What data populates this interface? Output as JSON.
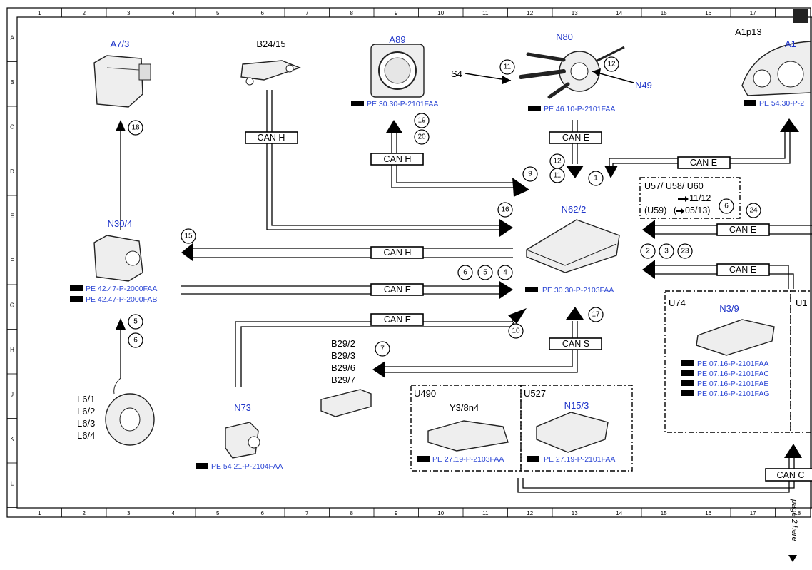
{
  "grid": {
    "columns": [
      "1",
      "2",
      "3",
      "4",
      "5",
      "6",
      "7",
      "8",
      "9",
      "10",
      "11",
      "12",
      "13",
      "14",
      "15",
      "16",
      "17",
      "18"
    ],
    "rows": [
      "A",
      "B",
      "C",
      "D",
      "E",
      "F",
      "G",
      "H",
      "J",
      "K",
      "L"
    ]
  },
  "components": {
    "a7_3": "A7/3",
    "b24_15": "B24/15",
    "a89": "A89",
    "n80": "N80",
    "s4": "S4",
    "n49": "N49",
    "a1p13": "A1p13",
    "a1": "A1",
    "n30_4": "N30/4",
    "n62_2": "N62/2",
    "n73": "N73",
    "n3_9": "N3/9",
    "u74": "U74",
    "u1_cut": "U1",
    "b29_2": "B29/2",
    "b29_3": "B29/3",
    "b29_6": "B29/6",
    "b29_7": "B29/7",
    "l6_1": "L6/1",
    "l6_2": "L6/2",
    "l6_3": "L6/3",
    "l6_4": "L6/4",
    "u490": "U490",
    "y3_8n4": "Y3/8n4",
    "u527": "U527",
    "n15_3": "N15/3"
  },
  "references": {
    "a89": "PE 30.30-P-2101FAA",
    "n80": "PE 46.10-P-2101FAA",
    "a1": "PE 54.30-P-2",
    "n30_4_1": "PE 42.47-P-2000FAA",
    "n30_4_2": "PE 42.47-P-2000FAB",
    "n62_2": "PE 30.30-P-2103FAA",
    "n73": "PE 54 21-P-2104FAA",
    "n3_9_1": "PE 07.16-P-2101FAA",
    "n3_9_2": "PE 07.16-P-2101FAC",
    "n3_9_3": "PE 07.16-P-2101FAE",
    "n3_9_4": "PE 07.16-P-2101FAG",
    "y3_8n4": "PE 27.19-P-2103FAA",
    "n15_3": "PE 27.19-P-2101FAA"
  },
  "bus_labels": {
    "can_h": "CAN H",
    "can_e": "CAN E",
    "can_s": "CAN S",
    "can_c_cut": "CAN C"
  },
  "variant_box": {
    "line1": "U57/ U58/ U60",
    "line2": "11/12",
    "line3_a": "(U59)",
    "line3_b": "05/13)",
    "circle": "6"
  },
  "circles": {
    "c1": "1",
    "c2": "2",
    "c3": "3",
    "c4": "4",
    "c5": "5",
    "c6": "6",
    "c7": "7",
    "c9": "9",
    "c10": "10",
    "c11": "11",
    "c12": "12",
    "c15": "15",
    "c16": "16",
    "c17": "17",
    "c18": "18",
    "c19": "19",
    "c20": "20",
    "c23": "23",
    "c24": "24"
  },
  "side_note": "page 2 here"
}
